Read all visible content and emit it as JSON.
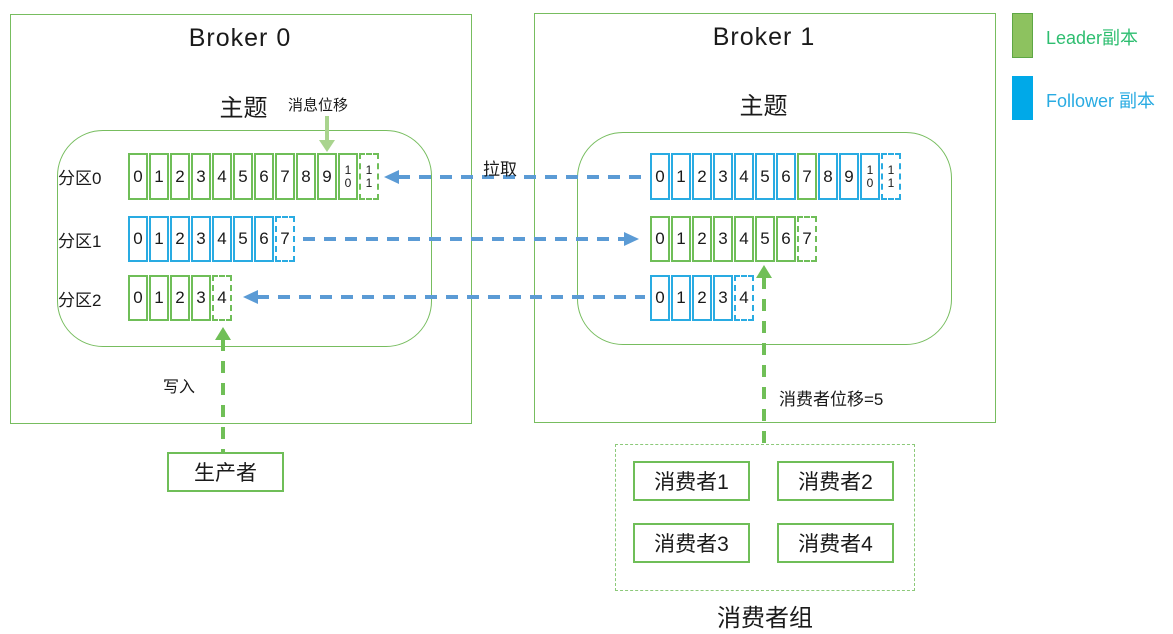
{
  "legend": {
    "items": [
      {
        "label": "Leader副本",
        "swatch_color": "#8dc25f",
        "text_color": "#2ebe70"
      },
      {
        "label": "Follower 副本",
        "swatch_color": "#00a9e8",
        "text_color": "#29abe2"
      }
    ]
  },
  "brokers": [
    {
      "title": "Broker 0",
      "topic_label": "主题",
      "show_labels": true,
      "partitions": [
        {
          "label": "分区0",
          "color": "green",
          "values": [
            "0",
            "1",
            "2",
            "3",
            "4",
            "5",
            "6",
            "7",
            "8",
            "9",
            "10",
            "11"
          ],
          "dashed": [
            "11"
          ]
        },
        {
          "label": "分区1",
          "color": "blue",
          "values": [
            "0",
            "1",
            "2",
            "3",
            "4",
            "5",
            "6",
            "7"
          ],
          "dashed": [
            "7"
          ]
        },
        {
          "label": "分区2",
          "color": "green",
          "values": [
            "0",
            "1",
            "2",
            "3",
            "4"
          ],
          "dashed": [
            "4"
          ]
        }
      ]
    },
    {
      "title": "Broker 1",
      "topic_label": "主题",
      "show_labels": false,
      "partitions": [
        {
          "label": "",
          "color": "blue",
          "values": [
            "0",
            "1",
            "2",
            "3",
            "4",
            "5",
            "6",
            "7",
            "8",
            "9",
            "10",
            "11"
          ],
          "dashed": [
            "11"
          ],
          "overrides": {
            "7": "green"
          }
        },
        {
          "label": "",
          "color": "green",
          "values": [
            "0",
            "1",
            "2",
            "3",
            "4",
            "5",
            "6",
            "7"
          ],
          "dashed": [
            "7"
          ]
        },
        {
          "label": "",
          "color": "blue",
          "values": [
            "0",
            "1",
            "2",
            "3",
            "4"
          ],
          "dashed": [
            "4"
          ]
        }
      ]
    }
  ],
  "annotations": {
    "message_offset": "消息位移",
    "pull": "拉取",
    "write": "写入",
    "consumer_offset": "消费者位移=5",
    "producer": "生产者",
    "consumer_group": "消费者组",
    "consumers": [
      "消费者1",
      "消费者2",
      "消费者3",
      "消费者4"
    ]
  },
  "colors": {
    "leader_green": "#6fbe58",
    "follower_blue": "#29abe2",
    "box_outline_green": "#77bd5f",
    "arrow_blue": "#5b9bd5",
    "arrow_green": "#70bf57",
    "offset_arrow_green": "#a9d48e"
  }
}
